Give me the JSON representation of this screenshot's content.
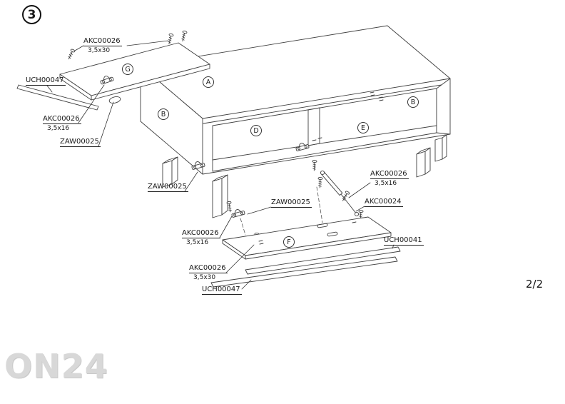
{
  "page": {
    "step": "3",
    "indicator": "2/2"
  },
  "watermark": "ON24",
  "colors": {
    "line": "#3f3f3f",
    "text": "#1a1a1a",
    "watermark": "#d8d8d8"
  },
  "panels": {
    "a": "A",
    "b_left": "B",
    "b_right": "B",
    "d": "D",
    "e": "E",
    "f": "F",
    "g": "G"
  },
  "callouts": {
    "akc26_30_top": {
      "code": "AKC00026",
      "size": "3,5x30"
    },
    "uch47_top": {
      "code": "UCH00047"
    },
    "akc26_16_left": {
      "code": "AKC00026",
      "size": "3,5x16"
    },
    "zaw25_left": {
      "code": "ZAW00025"
    },
    "zaw25_mid": {
      "code": "ZAW00025"
    },
    "zaw25_low": {
      "code": "ZAW00025"
    },
    "akc26_16_right": {
      "code": "AKC00026",
      "size": "3,5x16"
    },
    "akc24": {
      "code": "AKC00024"
    },
    "akc26_16_bottom": {
      "code": "AKC00026",
      "size": "3,5x16"
    },
    "akc26_30_bottom": {
      "code": "AKC00026",
      "size": "3,5x30"
    },
    "uch41": {
      "code": "UCH00041"
    },
    "uch47_bottom": {
      "code": "UCH00047"
    }
  }
}
